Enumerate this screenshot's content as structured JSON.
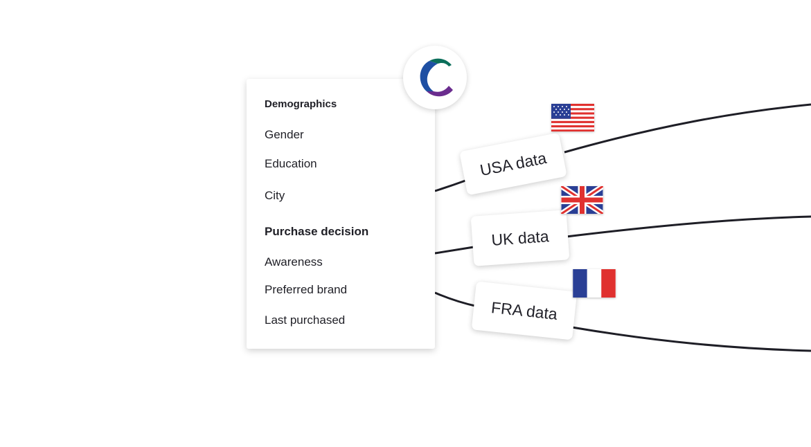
{
  "panel": {
    "demographics_heading": "Demographics",
    "demographics_items": [
      "Gender",
      "Education",
      "City"
    ],
    "purchase_heading": "Purchase decision",
    "purchase_items": [
      "Awareness",
      "Preferred brand",
      "Last purchased"
    ]
  },
  "logo": {
    "icon": "c-logo-icon",
    "colors": [
      "#0b6e5a",
      "#1e4fa3",
      "#6a2c8e"
    ]
  },
  "sources": [
    {
      "label": "USA data",
      "flag": "usa-flag-icon"
    },
    {
      "label": "UK data",
      "flag": "uk-flag-icon"
    },
    {
      "label": "FRA data",
      "flag": "france-flag-icon"
    }
  ],
  "colors": {
    "line": "#1e1e26",
    "flag_red": "#e0312f",
    "flag_blue": "#2a3f95"
  }
}
